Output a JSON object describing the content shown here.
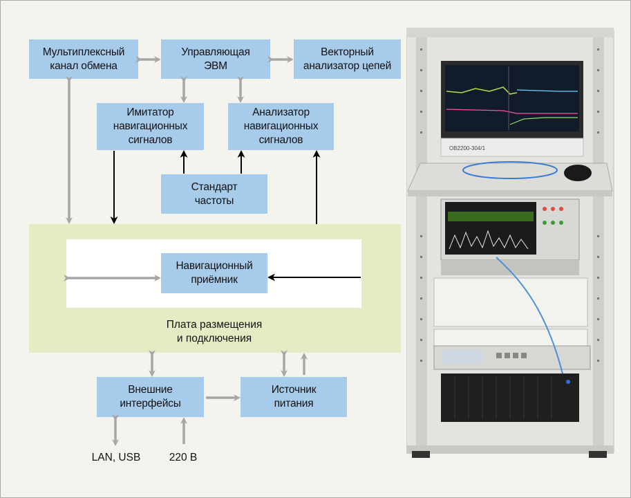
{
  "diagram": {
    "nodes": {
      "multiplex_channel": "Мультиплексный\nканал обмена",
      "control_computer": "Управляющая\nЭВМ",
      "vector_analyzer": "Векторный\nанализатор цепей",
      "nav_signal_simulator": "Имитатор\nнавигационных\nсигналов",
      "nav_signal_analyzer": "Анализатор\nнавигационных\nсигналов",
      "frequency_standard": "Стандарт\nчастоты",
      "nav_receiver": "Навигационный\nприёмник",
      "placement_board": "Плата размещения\nи подключения",
      "external_interfaces": "Внешние\nинтерфейсы",
      "power_supply": "Источник\nпитания"
    },
    "inputs": {
      "lan_usb": "LAN, USB",
      "mains": "220 В"
    },
    "colors": {
      "box": "#a7cbea",
      "board": "#e4ecc4",
      "gray_arrow": "#a6a6a6",
      "black_arrow": "#000000"
    }
  },
  "photo": {
    "subject": "equipment-rack-photo",
    "screen_label": "ОВ2200-304/1"
  }
}
